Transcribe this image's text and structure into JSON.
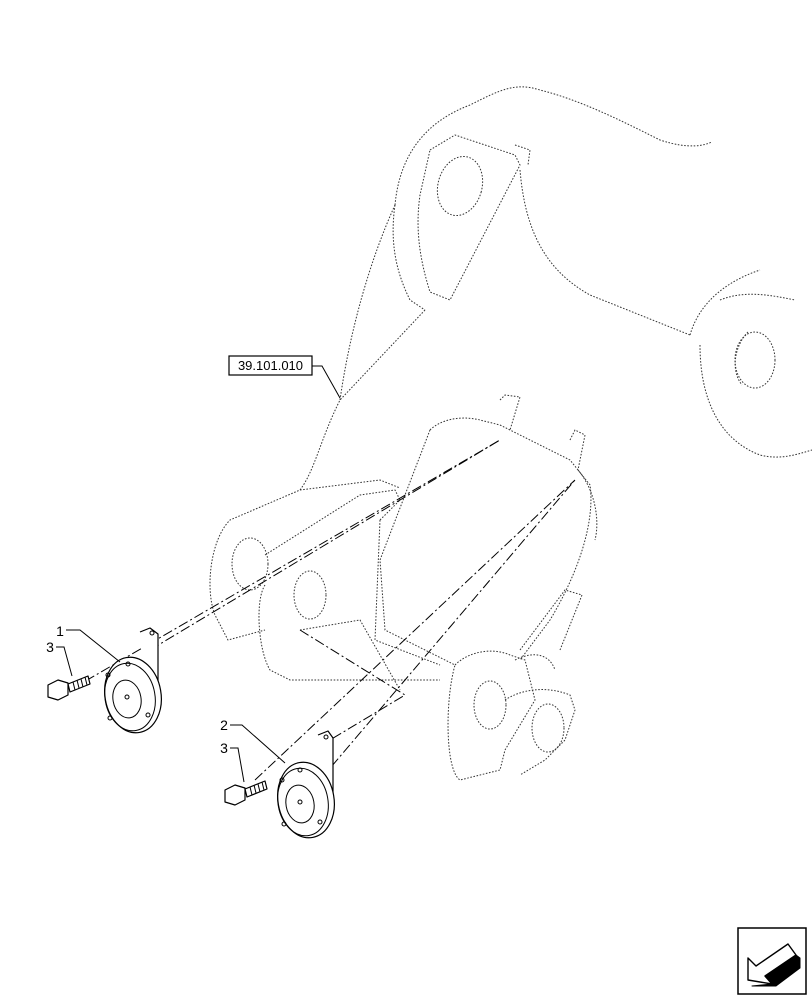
{
  "reference": {
    "label": "39.101.010"
  },
  "callouts": [
    {
      "id": "1",
      "label": "1"
    },
    {
      "id": "3a",
      "label": "3"
    },
    {
      "id": "2",
      "label": "2"
    },
    {
      "id": "3b",
      "label": "3"
    }
  ],
  "icons": {
    "nav": "navigation-arrow-icon"
  }
}
